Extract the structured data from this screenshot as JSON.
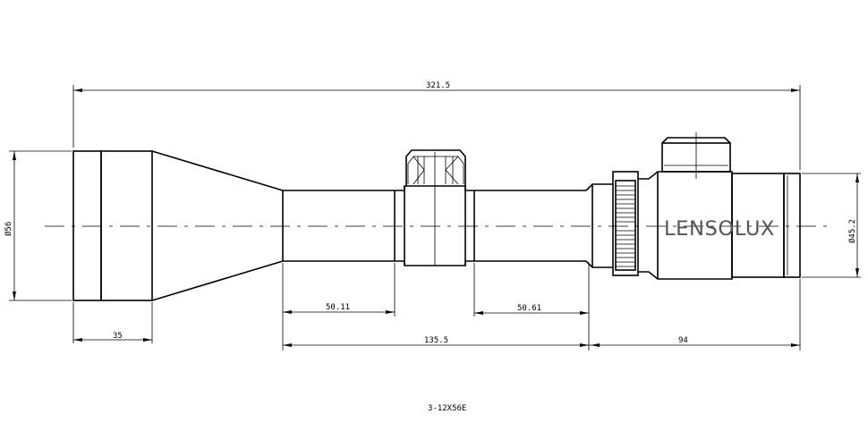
{
  "dimensions": {
    "overall_length": "321.5",
    "objective_diameter": "Ø56",
    "eyepiece_diameter": "Ø45.2",
    "objective_bell_length": "35",
    "front_tube_length": "50.11",
    "rear_tube_length": "50.61",
    "tube_length": "135.5",
    "eyepiece_length": "94"
  },
  "brand": {
    "logo_text": "LENSOLUX"
  },
  "model": {
    "label": "3-12X56E"
  }
}
